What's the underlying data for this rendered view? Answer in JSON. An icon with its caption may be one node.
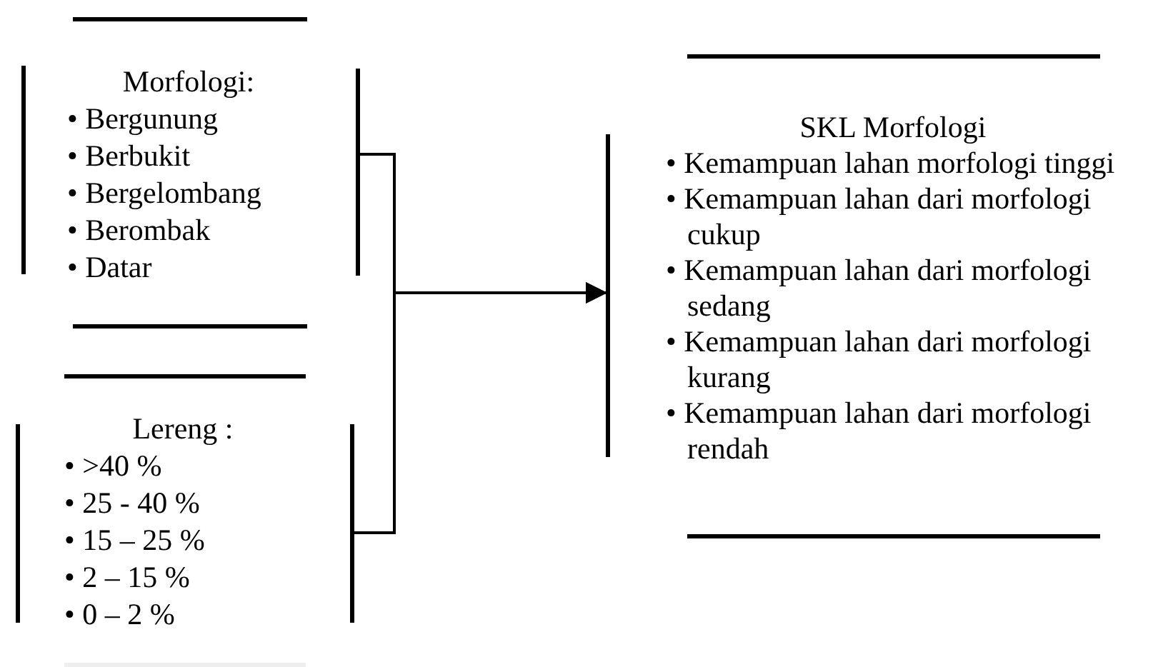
{
  "diagram": {
    "nodes": [
      {
        "text": [
          "Morfologi:",
          "• Bergunung",
          "• Berbukit",
          "• Bergelombang",
          "• Berombak",
          "• Datar"
        ]
      },
      {
        "text": [
          "Lereng :",
          "• >40 %",
          "• 25 - 40 %",
          "• 15 – 25 %",
          "• 2 – 15 %",
          "• 0 – 2 %"
        ]
      },
      {
        "text": [
          "SKL Morfologi",
          "• Kemampuan lahan morfologi tinggi",
          "• Kemampuan lahan dari morfologi cukup",
          "• Kemampuan lahan dari morfologi sedang",
          "• Kemampuan lahan dari morfologi kurang",
          "• Kemampuan lahan dari morfologi rendah"
        ]
      }
    ],
    "edges": [
      {
        "from": 0,
        "to": 2,
        "arrow": "to"
      },
      {
        "from": 1,
        "to": 2,
        "arrow": "to"
      }
    ]
  }
}
